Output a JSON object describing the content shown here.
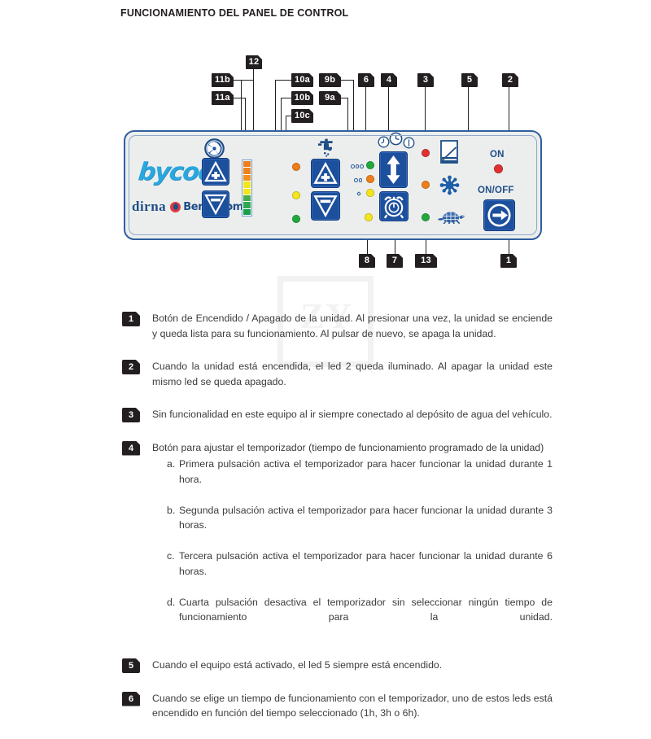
{
  "page": {
    "title": "FUNCIONAMIENTO DEL PANEL DE CONTROL",
    "watermark": "ZY"
  },
  "panel": {
    "brand_primary": "bycool",
    "brand_secondary_left": "dirna",
    "brand_secondary_right": "Bergstrom",
    "on_label": "ON",
    "onoff_label": "ON/OFF",
    "colors": {
      "panel_border": "#2f5f9e",
      "panel_face": "#eceeee",
      "button_blue": "#1c4f9c",
      "brand_cyan": "#29a8df",
      "brand_navy": "#1f4e86",
      "led_red": "#e03131",
      "led_green": "#1aa33a",
      "led_orange": "#ef7d1a",
      "led_yellow": "#f2e41b",
      "tag_black": "#231f20"
    },
    "led_bar_segments": [
      "#ef7d1a",
      "#ef7d1a",
      "#f07f1c",
      "#f4e51c",
      "#f4e51c",
      "#2fa84f",
      "#2fa84f",
      "#17a04a"
    ],
    "icons": [
      "fan-icon",
      "water-tap-icon",
      "clock-1h-icon",
      "clock-3h-icon",
      "clock-6h-icon",
      "water-tank-icon",
      "snowflake-icon",
      "alarm-clock-icon",
      "turtle-icon",
      "up-arrow-icon",
      "down-arrow-icon",
      "updown-arrow-icon",
      "power-arrow-icon"
    ]
  },
  "callouts": {
    "top": [
      {
        "id": "11b",
        "label": "11b"
      },
      {
        "id": "11a",
        "label": "11a"
      },
      {
        "id": "12",
        "label": "12"
      },
      {
        "id": "10a",
        "label": "10a"
      },
      {
        "id": "10b",
        "label": "10b"
      },
      {
        "id": "10c",
        "label": "10c"
      },
      {
        "id": "9b",
        "label": "9b"
      },
      {
        "id": "9a",
        "label": "9a"
      },
      {
        "id": "6",
        "label": "6"
      },
      {
        "id": "4",
        "label": "4"
      },
      {
        "id": "3",
        "label": "3"
      },
      {
        "id": "5",
        "label": "5"
      },
      {
        "id": "2",
        "label": "2"
      }
    ],
    "bottom": [
      {
        "id": "8",
        "label": "8"
      },
      {
        "id": "7",
        "label": "7"
      },
      {
        "id": "13",
        "label": "13"
      },
      {
        "id": "1",
        "label": "1"
      }
    ]
  },
  "legend": [
    {
      "num": "1",
      "text": "Botón de Encendido / Apagado de la unidad. Al presionar una vez, la unidad se enciende y queda lista para su funcionamiento. Al pulsar de nuevo, se apaga la unidad.",
      "sub": []
    },
    {
      "num": "2",
      "text": "Cuando la unidad está encendida, el led 2 queda iluminado. Al apagar la unidad este mismo led se queda apagado.",
      "sub": []
    },
    {
      "num": "3",
      "text": "Sin funcionalidad en este equipo al ir siempre conectado al depósito de agua del vehículo.",
      "sub": []
    },
    {
      "num": "4",
      "text": "Botón para ajustar el temporizador (tiempo de funcionamiento programado de la unidad)",
      "sub": [
        {
          "letter": "a.",
          "text": "Primera pulsación activa el temporizador para hacer funcionar la unidad durante 1 hora."
        },
        {
          "letter": "b.",
          "text": "Segunda pulsación activa el temporizador para hacer funcionar la unidad durante 3 horas."
        },
        {
          "letter": "c.",
          "text": "Tercera pulsación activa el temporizador para hacer funcionar la unidad durante 6 horas."
        },
        {
          "letter": "d.",
          "text": "Cuarta pulsación desactiva el temporizador sin seleccionar ningún tiempo de funcionamiento para la unidad."
        }
      ]
    },
    {
      "num": "5",
      "text": "Cuando el equipo está activado, el led 5 siempre está encendido.",
      "sub": []
    },
    {
      "num": "6",
      "text": "Cuando se elige un tiempo de funcionamiento con el temporizador, uno de estos leds está encendido en función del tiempo seleccionado (1h, 3h o 6h).",
      "sub": []
    }
  ]
}
